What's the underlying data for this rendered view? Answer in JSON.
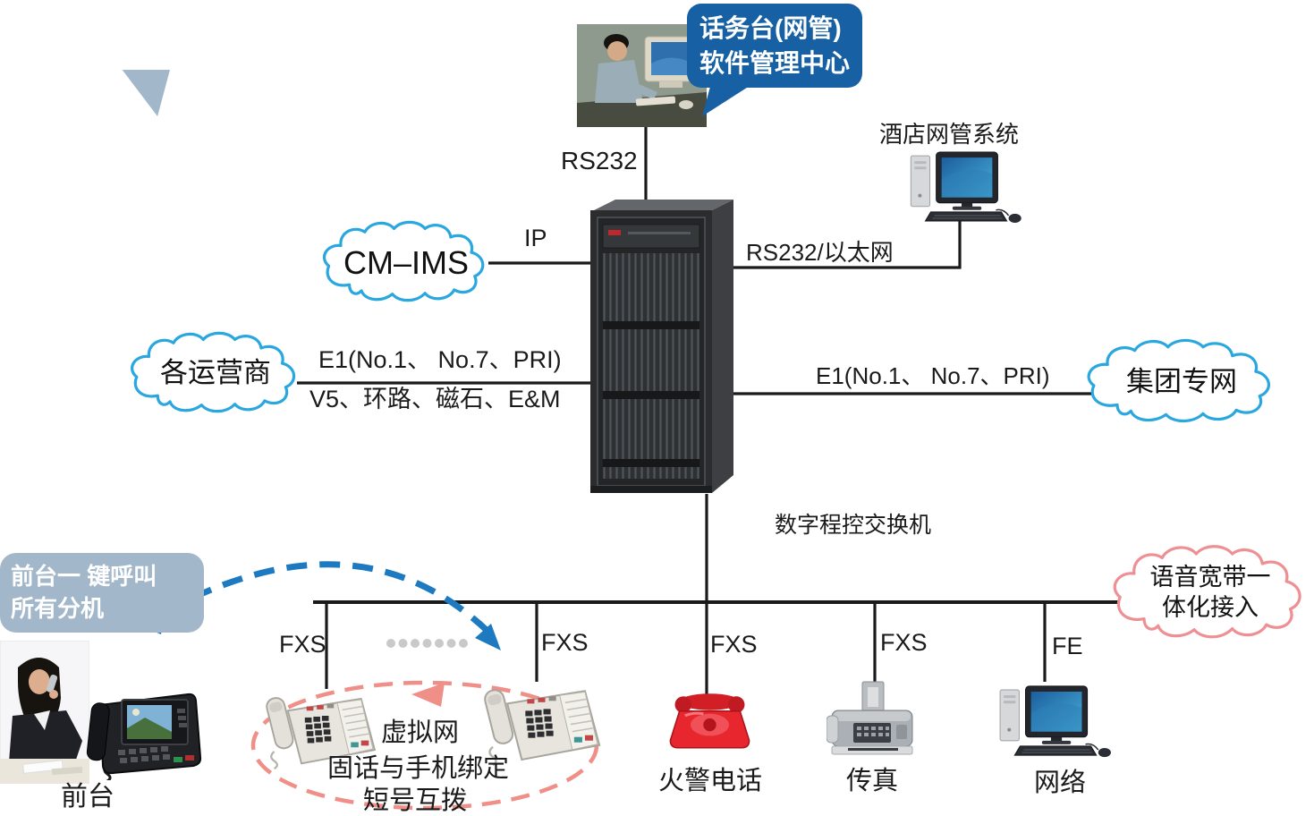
{
  "colors": {
    "line_black": "#1a1a1a",
    "cloud_blue_outline": "#2aa7df",
    "cloud_pink_outline": "#ee8f93",
    "bubble_blue": "#1760a4",
    "bubble_gray": "#a3b7ca",
    "dashed_arrow_blue": "#1d7ac0",
    "dashed_ellipse_pink": "#ef8f88"
  },
  "top": {
    "operator_bubble": {
      "line1": "话务台(网管)",
      "line2": "软件管理中心"
    },
    "rs232_label": "RS232",
    "hotel_nms_label": "酒店网管系统",
    "rs232_ethernet_label": "RS232/以太网"
  },
  "clouds": {
    "cm_ims": "CM–IMS",
    "operators": "各运营商",
    "group_network": "集团专网",
    "voice_broadband": {
      "line1": "语音宽带一",
      "line2": "体化接入"
    }
  },
  "links": {
    "ip": "IP",
    "e1_left": "E1(No.1、 No.7、PRI)",
    "v5": "V5、环路、磁石、E&M",
    "e1_right": "E1(No.1、 No.7、PRI)"
  },
  "switch_label": "数字程控交换机",
  "bus": {
    "ports": [
      "FXS",
      "FXS",
      "FXS",
      "FXS",
      "FE"
    ]
  },
  "front_desk": {
    "bubble": {
      "line1": "前台一 键呼叫",
      "line2": "所有分机"
    },
    "label": "前台"
  },
  "virtual_network": {
    "title": "虚拟网",
    "line1": "固话与手机绑定",
    "line2": "短号互拨"
  },
  "device_labels": {
    "fire_phone": "火警电话",
    "fax": "传真",
    "network": "网络"
  }
}
